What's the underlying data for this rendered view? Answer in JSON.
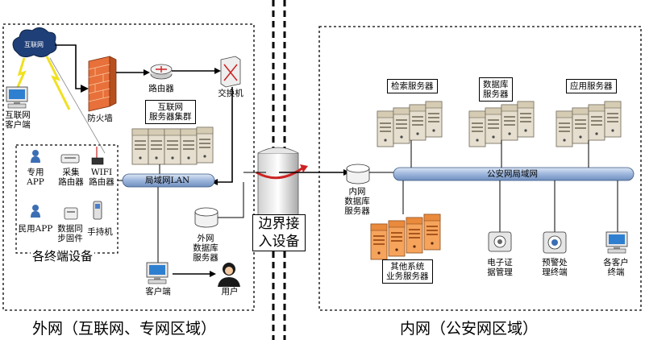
{
  "outer": {
    "zone_title": "外网（互联网、专网区域）",
    "internet_cloud": "互联网",
    "internet_client": [
      "互联网",
      "客户端"
    ],
    "firewall": "防火墙",
    "router": "路由器",
    "switch": "交换机",
    "server_cluster": [
      "互联网",
      "服务器集群"
    ],
    "lan_bar": "局域网LAN",
    "db_server": [
      "外网",
      "数据库",
      "服务器"
    ],
    "client": "客户端",
    "user": "用户",
    "terminals_group": "各终端设备",
    "devices": {
      "app_label": [
        "专用",
        "APP"
      ],
      "collect_router": [
        "采集",
        "路由器"
      ],
      "wifi_router": [
        "WIFI",
        "路由器"
      ],
      "civil_app": "民用APP",
      "sync_firmware": [
        "数据同",
        "步固件"
      ],
      "handheld": "手持机"
    }
  },
  "border": {
    "gateway": [
      "边界接",
      "入设备"
    ]
  },
  "inner": {
    "zone_title": "内网（公安网区域）",
    "search_servers": "检索服务器",
    "db_servers": [
      "数据库",
      "服务器"
    ],
    "app_servers": "应用服务器",
    "bus_bar": "公安网局域网",
    "db_server": [
      "内网",
      "数据库",
      "服务器"
    ],
    "other_servers": [
      "其他系统",
      "业务服务器"
    ],
    "cert_mgmt": [
      "电子证",
      "据管理"
    ],
    "warning_terminal": [
      "预警处",
      "理终端"
    ],
    "client_terminals": [
      "各客户",
      "终端"
    ]
  },
  "colors": {
    "bar_fill": "#b4c7e7",
    "server_gray": "#d9d2c3",
    "server_orange": "#f4a460",
    "firewall": "#e8703a",
    "arrow_red": "#cc2222",
    "device_blue": "#3c6eb4"
  }
}
